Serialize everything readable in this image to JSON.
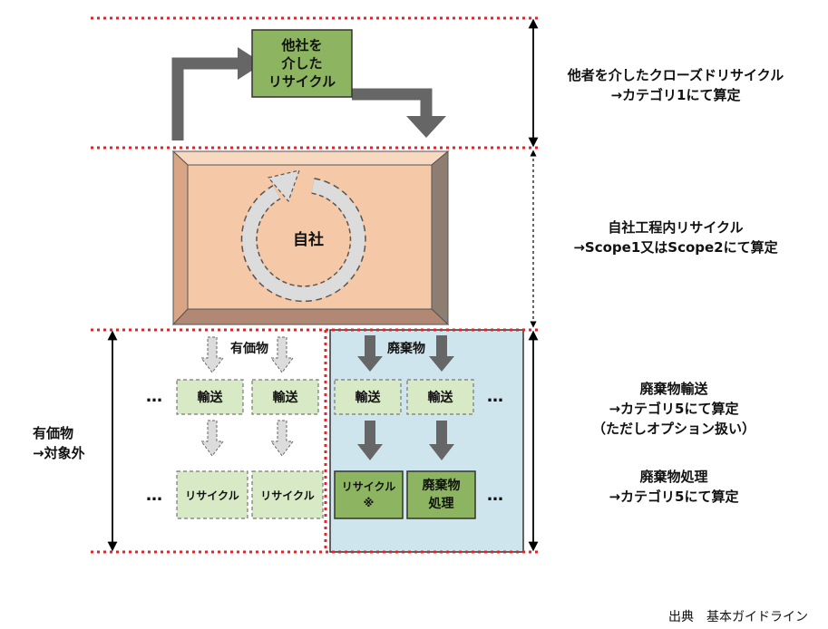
{
  "top": {
    "box_lines": [
      "他社を",
      "介した",
      "リサイクル"
    ],
    "side_lines": [
      "他者を介したクローズドリサイクル",
      "→カテゴリ1にて算定"
    ]
  },
  "middle": {
    "center_label": "自社",
    "side_lines": [
      "自社工程内リサイクル",
      "→Scope1又はScope2にて算定"
    ]
  },
  "bottom": {
    "valuables_header": "有価物",
    "waste_header": "廃棄物",
    "transport_label": "輸送",
    "recycle_label": "リサイクル",
    "waste_recycle_lines": [
      "リサイクル",
      "※"
    ],
    "waste_disposal_lines": [
      "廃棄物",
      "処理"
    ],
    "ellipsis": "…",
    "left_lines": [
      "有価物",
      "→対象外"
    ],
    "transport_side_lines": [
      "廃棄物輸送",
      "→カテゴリ5にて算定",
      "（ただしオプション扱い）"
    ],
    "disposal_side_lines": [
      "廃棄物処理",
      "→カテゴリ5にて算定"
    ]
  },
  "source": "出典　基本ガイドライン",
  "colors": {
    "dotted_line": "#e0242a",
    "top_box": "#8db460",
    "company_box": "#f5c9a8",
    "waste_panel": "#cfe5ee",
    "light_green_box": "#d8e9c5",
    "dark_green_box": "#8db460",
    "dark_arrow": "#666666",
    "light_arrow": "#dcdcdc"
  }
}
